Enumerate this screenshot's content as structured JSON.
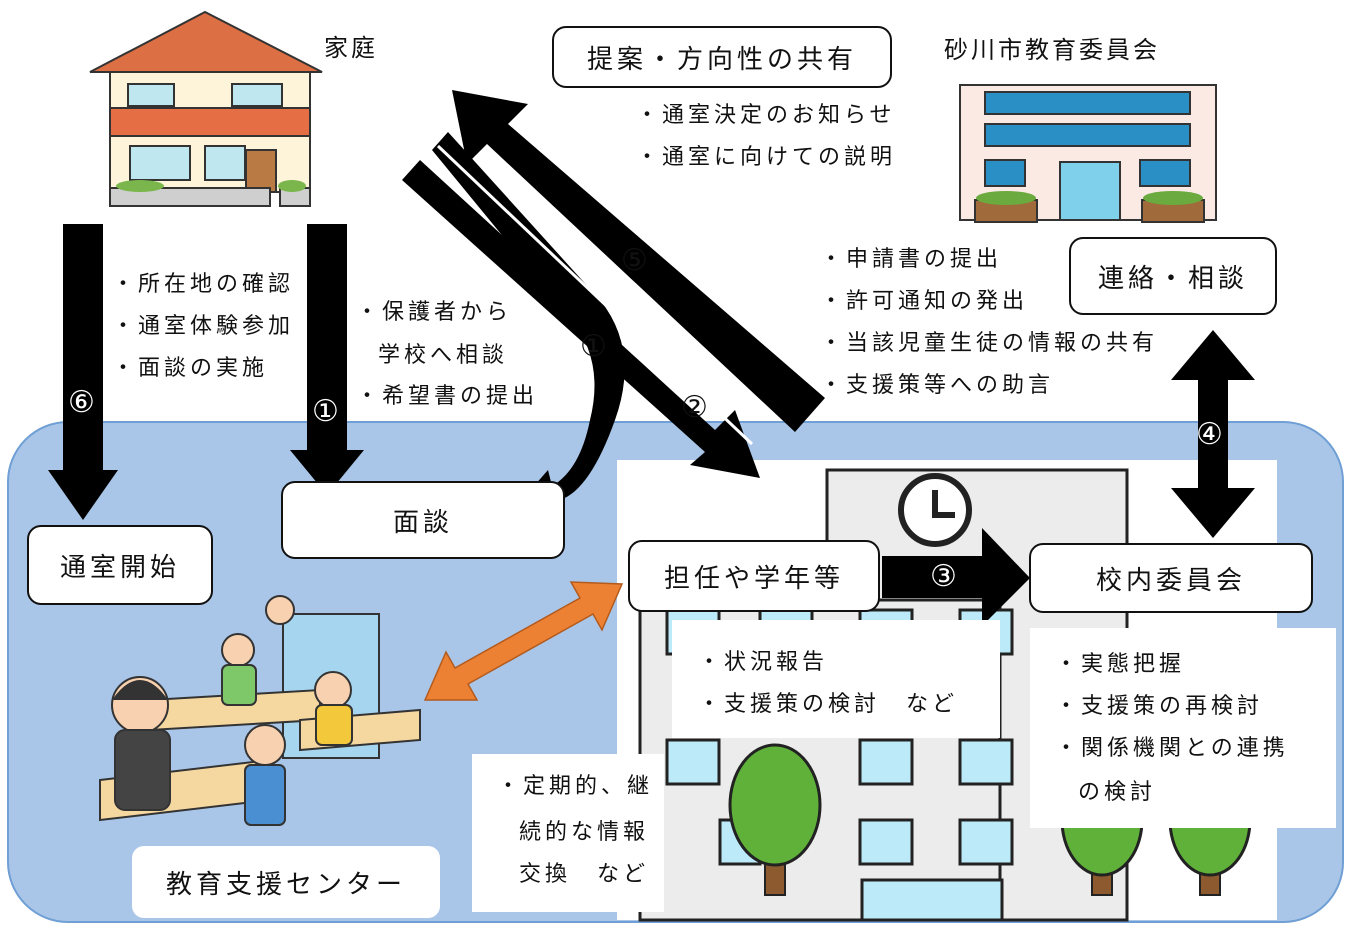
{
  "labels": {
    "home": "家庭",
    "board": "砂川市教育委員会",
    "center": "教育支援センター"
  },
  "boxes": {
    "proposal": "提案・方向性の共有",
    "contact": "連絡・相談",
    "interview": "面談",
    "start": "通室開始",
    "homeroom": "担任や学年等",
    "committee": "校内委員会"
  },
  "notes": {
    "proposal": [
      "・通室決定のお知らせ",
      "・通室に向けての説明"
    ],
    "board": [
      "・申請書の提出",
      "・許可通知の発出",
      "・当該児童生徒の情報の共有",
      "・支援策等への助言"
    ],
    "start": [
      "・所在地の確認",
      "・通室体験参加",
      "・面談の実施"
    ],
    "parent": [
      "・保護者から",
      "学校へ相談",
      "・希望書の提出"
    ],
    "homeroom": [
      "・状況報告",
      "・支援策の検討　など"
    ],
    "committee": [
      "・実態把握",
      "・支援策の再検討",
      "・関係機関との連携",
      "の検討"
    ],
    "exchange": [
      "・定期的、継",
      "続的な情報",
      "交換　など"
    ]
  },
  "steps": {
    "s1a": "①",
    "s1b": "①",
    "s2": "②",
    "s3": "③",
    "s4": "④",
    "s5": "⑤",
    "s6": "⑥"
  },
  "colors": {
    "panel": "#a9c6e8",
    "exchange_arrow": "#ec8133",
    "arrow": "#000000"
  }
}
